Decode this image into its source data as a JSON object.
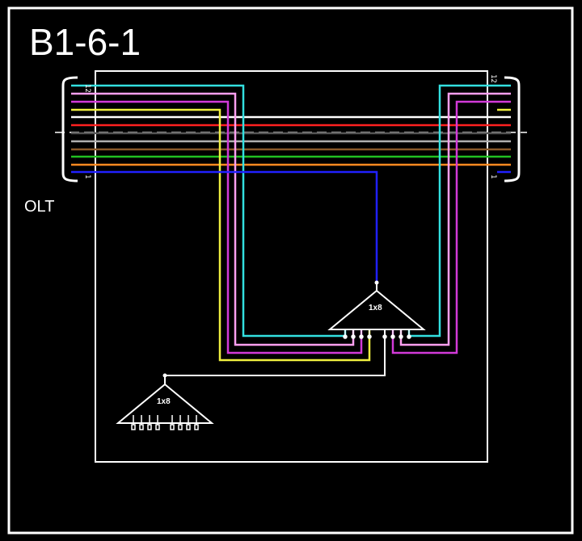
{
  "diagram": {
    "title": "B1-6-1",
    "olt_label": "OLT",
    "connector_left": {
      "top_number": "12",
      "bottom_number": "1"
    },
    "connector_right": {
      "top_number": "12",
      "bottom_number": "1"
    },
    "splitter_main": {
      "label": "1x8"
    },
    "splitter_secondary": {
      "label": "1x8"
    },
    "fiber_colors": {
      "f12_aqua": "#33e0e0",
      "f11_rose": "#ff9ff0",
      "f10_violet": "#d23ad8",
      "f09_yellow": "#f0f040",
      "f08_white": "#ffffff",
      "f07_red": "#ff2020",
      "f06_black": "#555555",
      "f05_slate": "#b0b0b0",
      "f04_brown": "#8a5a2a",
      "f03_green": "#22c022",
      "f02_orange": "#ff8a20",
      "f01_blue": "#2020ff"
    }
  }
}
